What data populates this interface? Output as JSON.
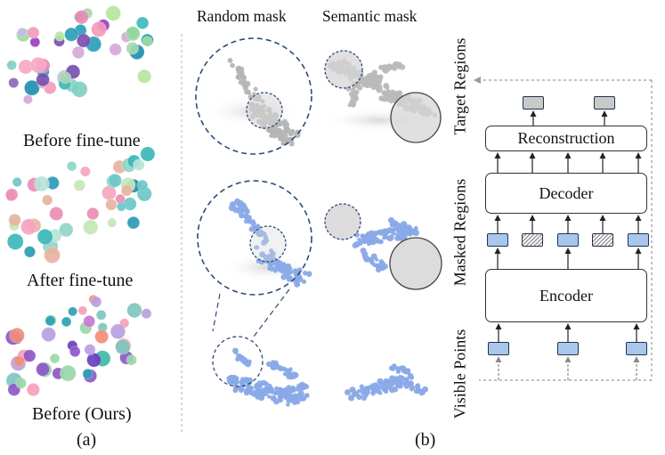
{
  "panel_a": {
    "captions": [
      "Before fine-tune",
      "After fine-tune",
      "Before (Ours)"
    ],
    "label": "(a)"
  },
  "panel_b": {
    "headers": {
      "random": "Random mask",
      "semantic": "Semantic mask"
    },
    "label": "(b)"
  },
  "architecture": {
    "side_labels": {
      "target": "Target Regions",
      "masked": "Masked Regions",
      "visible": "Visible Points"
    },
    "blocks": {
      "reconstruction": "Reconstruction",
      "decoder": "Decoder",
      "encoder": "Encoder"
    }
  },
  "colors": {
    "token_blue": "#a9c7ea",
    "token_gray": "#c9c9c9",
    "mask_circle_dash": "#2e4a7a",
    "cloud_blue": "#8aa9e8",
    "cloud_gray": "#b9b9b9"
  }
}
